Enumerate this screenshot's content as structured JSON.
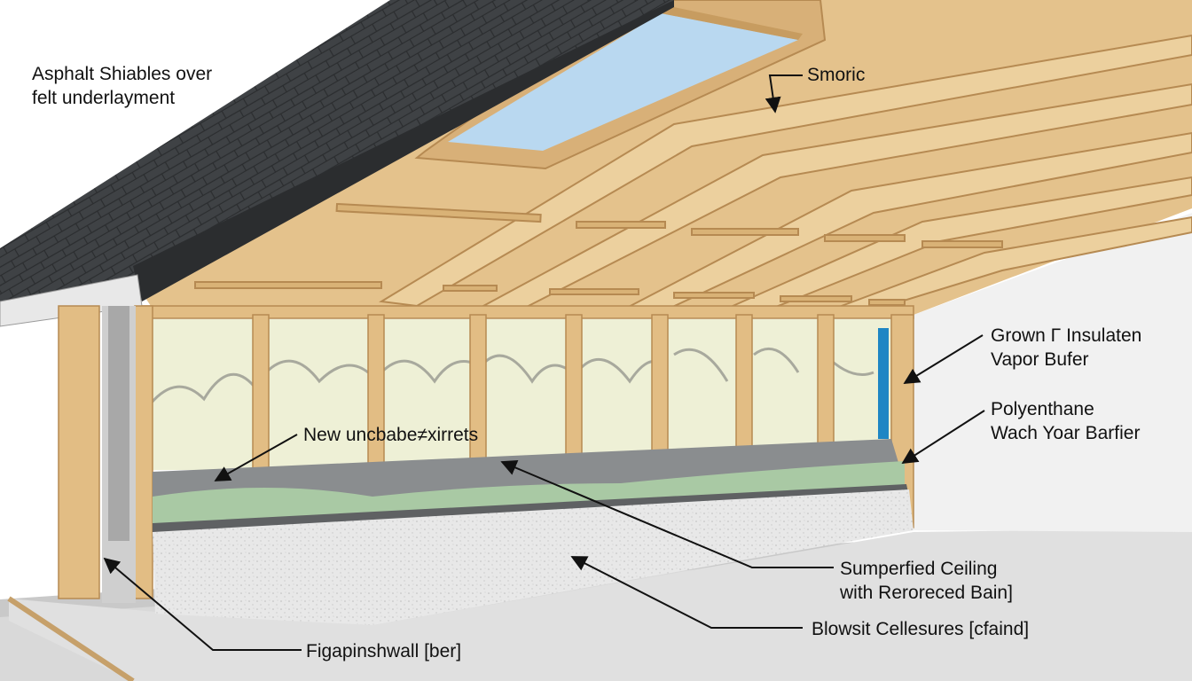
{
  "labels": {
    "shingles": [
      "Asphalt Shiables over",
      "felt underlayment"
    ],
    "smoric": "Smoric",
    "grown": [
      "Grown Γ Insulaten",
      "Vapor Bufer"
    ],
    "poly": [
      "Polyenthane",
      "Wach Yoar Barfier"
    ],
    "new": "New uncbabe≠xirrets",
    "sumperfied": [
      "Sumperfied Ceiling",
      "with Reroreced Bain]"
    ],
    "blowsit": "Blowsit Cellesures [cfaind]",
    "figapin": "Figapinshwall [ber]"
  },
  "colors": {
    "shingle": "#3f4245",
    "shingle_dark": "#2a2c2e",
    "wood": "#e2bd84",
    "wood_light": "#ecd09e",
    "wood_edge": "#b88a4e",
    "insulation": "#eef0d6",
    "sky": "#b9d8f0",
    "green_layer": "#a9c9a4",
    "gray_layer": "#8a8d8f",
    "blown": "#e6e6e6",
    "floor": "#dcdcdc",
    "blue_barrier": "#1e86c4"
  }
}
